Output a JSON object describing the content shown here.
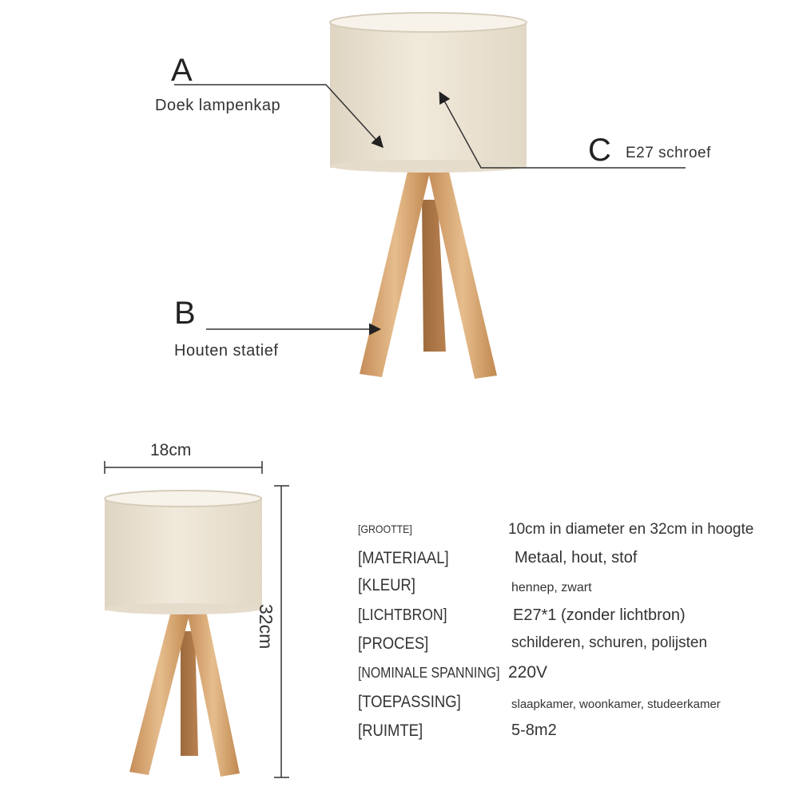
{
  "callouts": {
    "a": {
      "letter": "A",
      "label": "Doek lampenkap"
    },
    "b": {
      "letter": "B",
      "label": "Houten statief"
    },
    "c": {
      "letter": "C",
      "label": "E27 schroef"
    }
  },
  "dimensions": {
    "width": "18cm",
    "height": "32cm"
  },
  "specs": [
    {
      "label": "[GROOTTE]",
      "value": "10cm in diameter en 32cm in hoogte"
    },
    {
      "label": "[MATERIAAL]",
      "value": "Metaal, hout, stof"
    },
    {
      "label": "[KLEUR]",
      "value": "hennep, zwart"
    },
    {
      "label": "[LICHTBRON]",
      "value": "E27*1 (zonder lichtbron)"
    },
    {
      "label": "[PROCES]",
      "value": "schilderen, schuren, polijsten"
    },
    {
      "label": "[NOMINALE SPANNING]",
      "value": "220V"
    },
    {
      "label": "[TOEPASSING]",
      "value": "slaapkamer, woonkamer, studeerkamer"
    },
    {
      "label": "[RUIMTE]",
      "value": "5-8m2"
    }
  ],
  "colors": {
    "shade": "#ece3d3",
    "shade_edge": "#d9cfbd",
    "wood_light": "#e2b684",
    "wood_dark": "#b98150"
  }
}
